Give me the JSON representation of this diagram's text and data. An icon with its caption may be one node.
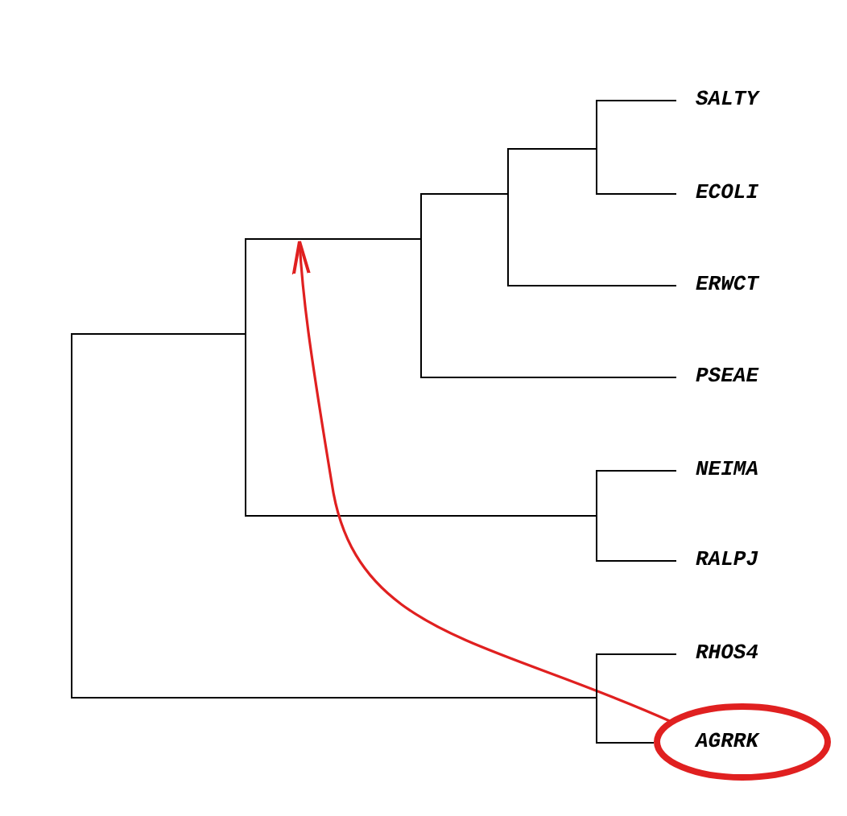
{
  "diagram": {
    "nodes": [
      {
        "text": [
          "SALTY"
        ]
      },
      {
        "text": [
          "ECOLI"
        ]
      },
      {
        "text": [
          "ERWCT"
        ]
      },
      {
        "text": [
          "PSEAE"
        ]
      },
      {
        "text": [
          "NEIMA"
        ]
      },
      {
        "text": [
          "RALPJ"
        ]
      },
      {
        "text": [
          "RHOS4"
        ]
      },
      {
        "text": [
          "AGRRK"
        ]
      },
      {
        "text": [],
        "shape": "bar"
      },
      {
        "text": [],
        "shape": "bar"
      },
      {
        "text": [],
        "shape": "bar"
      },
      {
        "text": [],
        "shape": "bar"
      },
      {
        "text": [],
        "shape": "bar"
      },
      {
        "text": [],
        "shape": "bar"
      },
      {
        "text": [],
        "shape": "bar"
      }
    ],
    "edges": [
      {
        "from": 8,
        "to": 0,
        "arrow": "none"
      },
      {
        "from": 8,
        "to": 1,
        "arrow": "none"
      },
      {
        "from": 9,
        "to": 8,
        "arrow": "none"
      },
      {
        "from": 9,
        "to": 2,
        "arrow": "none"
      },
      {
        "from": 10,
        "to": 9,
        "arrow": "none"
      },
      {
        "from": 10,
        "to": 3,
        "arrow": "none"
      },
      {
        "from": 11,
        "to": 4,
        "arrow": "none"
      },
      {
        "from": 11,
        "to": 5,
        "arrow": "none"
      },
      {
        "from": 12,
        "to": 10,
        "arrow": "none"
      },
      {
        "from": 12,
        "to": 11,
        "arrow": "none"
      },
      {
        "from": 13,
        "to": 6,
        "arrow": "none"
      },
      {
        "from": 13,
        "to": 7,
        "arrow": "none"
      },
      {
        "from": 14,
        "to": 12,
        "arrow": "none"
      },
      {
        "from": 14,
        "to": 13,
        "arrow": "none"
      },
      {
        "from": 7,
        "to": null,
        "arrow": "to",
        "color": "#e02020"
      }
    ]
  }
}
